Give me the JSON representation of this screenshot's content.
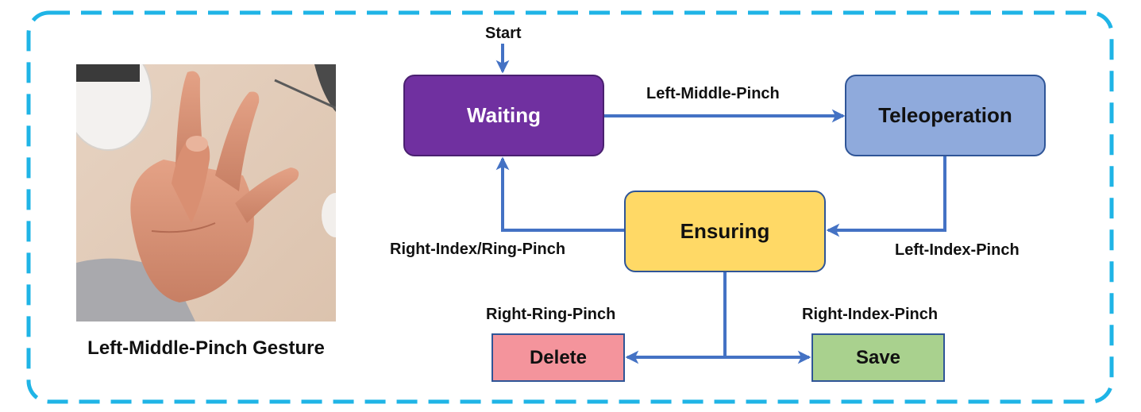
{
  "photo": {
    "caption": "Left-Middle-Pinch Gesture",
    "content": "hand-gesture-photo"
  },
  "diagram": {
    "start_label": "Start",
    "states": {
      "waiting": "Waiting",
      "teleoperation": "Teleoperation",
      "ensuring": "Ensuring",
      "delete": "Delete",
      "save": "Save"
    },
    "transitions": {
      "waiting_to_teleoperation": "Left-Middle-Pinch",
      "teleoperation_to_ensuring": "Left-Index-Pinch",
      "ensuring_to_waiting": "Right-Index/Ring-Pinch",
      "ensuring_to_delete": "Right-Ring-Pinch",
      "ensuring_to_save": "Right-Index-Pinch"
    }
  },
  "colors": {
    "frame_border": "#1fb4e6",
    "arrow": "#4472c4",
    "waiting_fill": "#7030a0",
    "teleoperation_fill": "#8faadc",
    "ensuring_fill": "#ffd966",
    "delete_fill": "#f4949c",
    "save_fill": "#a9d18e"
  }
}
